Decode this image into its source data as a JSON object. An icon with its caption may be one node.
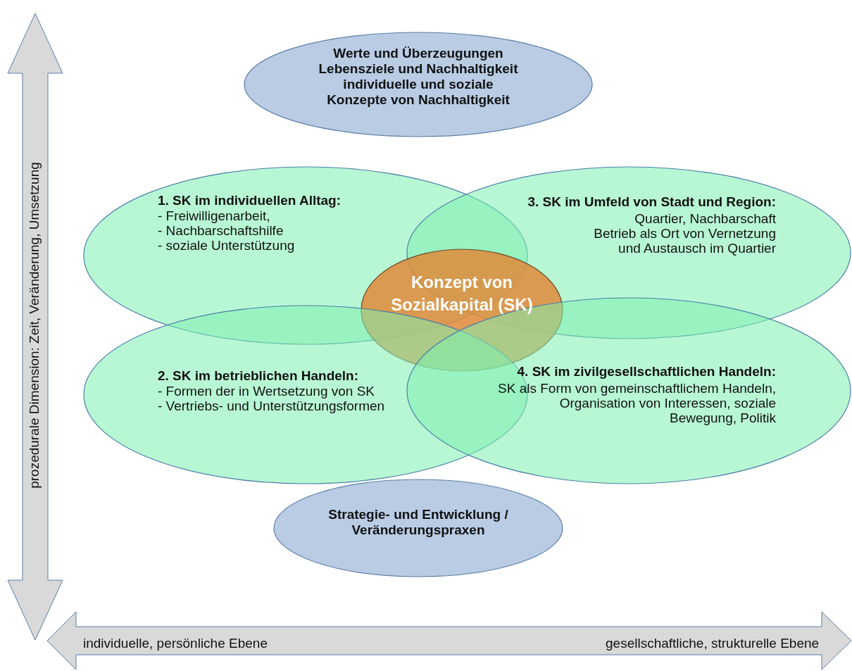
{
  "diagram": {
    "nodes": [
      {
        "text": [
          "Werte und Überzeugungen",
          "Lebensziele und Nachhaltigkeit",
          "individuelle und soziale Konzepte von Nachhaltigkeit"
        ]
      },
      {
        "text": [
          "1. SK im individuellen Alltag:",
          "- Freiwilligenarbeit,",
          "- Nachbarschaftshilfe",
          "- soziale Unterstützung"
        ]
      },
      {
        "text": [
          "3. SK im Umfeld von Stadt und Region:",
          "Quartier, Nachbarschaft",
          "Betrieb als Ort von Vernetzung und Austausch im Quartier"
        ]
      },
      {
        "text": [
          "Konzept von Sozialkapital (SK)"
        ]
      },
      {
        "text": [
          "2. SK im betrieblichen Handeln:",
          "- Formen der in Wertsetzung von SK",
          "- Vertriebs- und Unterstützungsformen"
        ]
      },
      {
        "text": [
          "4. SK im zivilgesellschaftlichen Handeln:",
          "SK als Form von gemeinschaftlichem Handeln, Organisation von Interessen, soziale Bewegung, Politik"
        ]
      },
      {
        "text": [
          "Strategie- und Entwicklung / Veränderungspraxen"
        ]
      }
    ],
    "edges": [],
    "labels": [
      "prozedurale Dimension: Zeit, Veränderung, Umsetzung",
      "individuelle, persönliche Ebene",
      "gesellschaftliche, strukturelle Ebene"
    ]
  }
}
